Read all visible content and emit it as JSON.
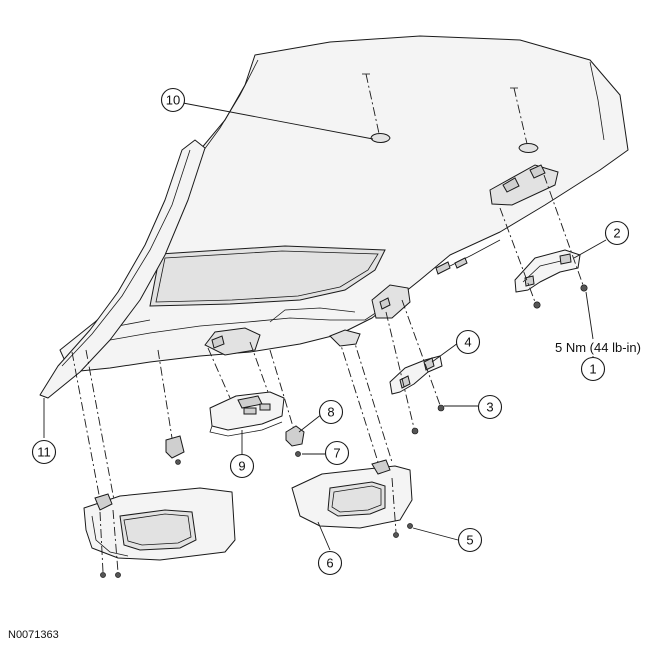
{
  "callouts": [
    {
      "id": "1",
      "label": "1"
    },
    {
      "id": "2",
      "label": "2"
    },
    {
      "id": "3",
      "label": "3"
    },
    {
      "id": "4",
      "label": "4"
    },
    {
      "id": "5",
      "label": "5"
    },
    {
      "id": "6",
      "label": "6"
    },
    {
      "id": "7",
      "label": "7"
    },
    {
      "id": "8",
      "label": "8"
    },
    {
      "id": "9",
      "label": "9"
    },
    {
      "id": "10",
      "label": "10"
    },
    {
      "id": "11",
      "label": "11"
    }
  ],
  "torque_spec": "5 Nm (44 lb-in)",
  "reference_code": "N0071363"
}
